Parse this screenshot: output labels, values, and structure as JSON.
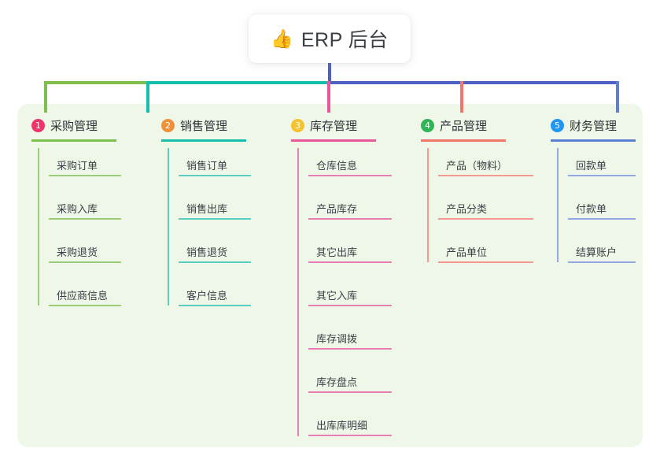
{
  "title": {
    "emoji": "👍",
    "emoji_name": "thumbs-up-icon",
    "text": "ERP 后台"
  },
  "colors": {
    "panel_bg": "#eff7e9",
    "trunk_blue": "#4f60c4",
    "green": "#7fbf4d",
    "teal": "#14c0ac",
    "pink": "#e8569b",
    "salmon": "#f4756b",
    "blue": "#7f93dd"
  },
  "columns": [
    {
      "index": "1",
      "badge_color": "#f0356a",
      "rule_color": "#7fbf4d",
      "line_color": "#9ccc78",
      "title": "采购管理",
      "items": [
        "采购订单",
        "采购入库",
        "采购退货",
        "供应商信息"
      ]
    },
    {
      "index": "2",
      "badge_color": "#f0913a",
      "rule_color": "#14c0ac",
      "line_color": "#5ccfc2",
      "title": "销售管理",
      "items": [
        "销售订单",
        "销售出库",
        "销售退货",
        "客户信息"
      ]
    },
    {
      "index": "3",
      "badge_color": "#f5c330",
      "rule_color": "#e8569b",
      "line_color": "#e87fb4",
      "title": "库存管理",
      "items": [
        "仓库信息",
        "产品库存",
        "其它出库",
        "其它入库",
        "库存调拨",
        "库存盘点",
        "出库库明细"
      ]
    },
    {
      "index": "4",
      "badge_color": "#2fb457",
      "rule_color": "#f4756b",
      "line_color": "#f59a92",
      "title": "产品管理",
      "items": [
        "产品（物料）",
        "产品分类",
        "产品单位"
      ]
    },
    {
      "index": "5",
      "badge_color": "#2196f3",
      "rule_color": "#5f7fd6",
      "line_color": "#94a8e4",
      "title": "财务管理",
      "items": [
        "回款单",
        "付款单",
        "结算账户"
      ]
    }
  ]
}
